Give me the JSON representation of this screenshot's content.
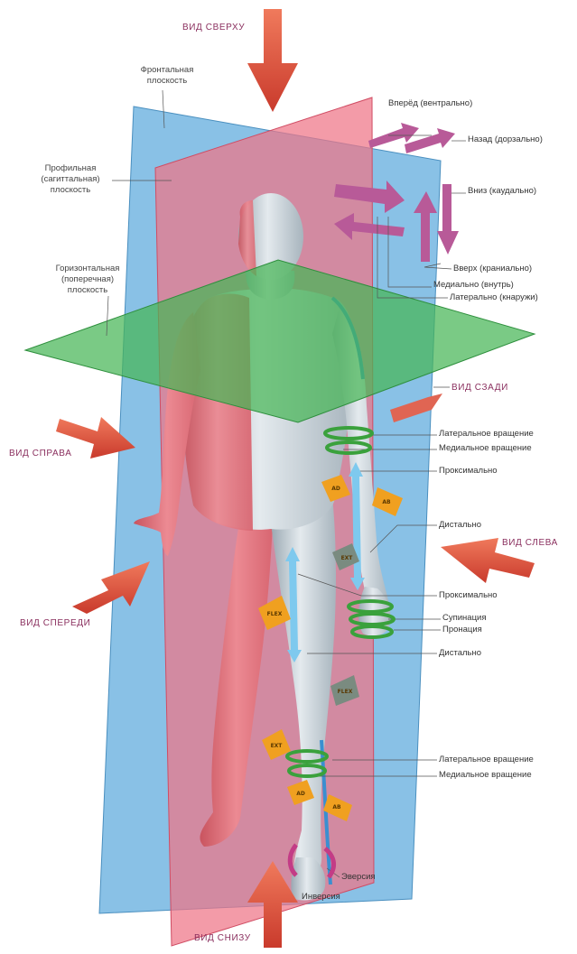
{
  "views": {
    "top": "ВИД СВЕРХУ",
    "back": "ВИД СЗАДИ",
    "right": "ВИД СПРАВА",
    "left": "ВИД СЛЕВА",
    "front": "ВИД СПЕРЕДИ",
    "bottom": "ВИД СНИЗУ"
  },
  "planes": {
    "frontal": [
      "Фронтальная",
      "плоскость"
    ],
    "sagittal": [
      "Профильная",
      "(сагиттальная)",
      "плоскость"
    ],
    "horizontal": [
      "Горизонтальная",
      "(поперечная)",
      "плоскость"
    ]
  },
  "directions": {
    "anterior": "Вперёд (вентрально)",
    "posterior": "Назад (дорзально)",
    "inferior": "Вниз (каудально)",
    "superior": "Вверх (краниально)",
    "medial": "Медиально (внутрь)",
    "lateral": "Латерально (кнаружи)"
  },
  "movements": {
    "shoulder_lateral_rotation": "Латеральное вращение",
    "shoulder_medial_rotation": "Медиальное вращение",
    "arm_proximal": "Проксимально",
    "arm_distal": "Дистально",
    "leg_proximal": "Проксимально",
    "supination": "Супинация",
    "pronation": "Пронация",
    "leg_distal": "Дистально",
    "ankle_lateral_rotation": "Латеральное вращение",
    "ankle_medial_rotation": "Медиальное вращение",
    "eversion": "Эверсия",
    "inversion": "Инверсия"
  },
  "badges": {
    "ad": "AD",
    "ab": "AB",
    "ext": "EXT",
    "flex": "FLEX"
  },
  "colors": {
    "frontal_plane": "#5aa7d8",
    "sagittal_plane": "#e8677e",
    "horizontal_plane": "#4fb85a",
    "view_arrow": "#e0533f",
    "direction_arrow": "#b0508f",
    "rotation_ring": "#3b9e3c",
    "badge": "#f0a020",
    "eversion_inversion": "#c33c86"
  }
}
